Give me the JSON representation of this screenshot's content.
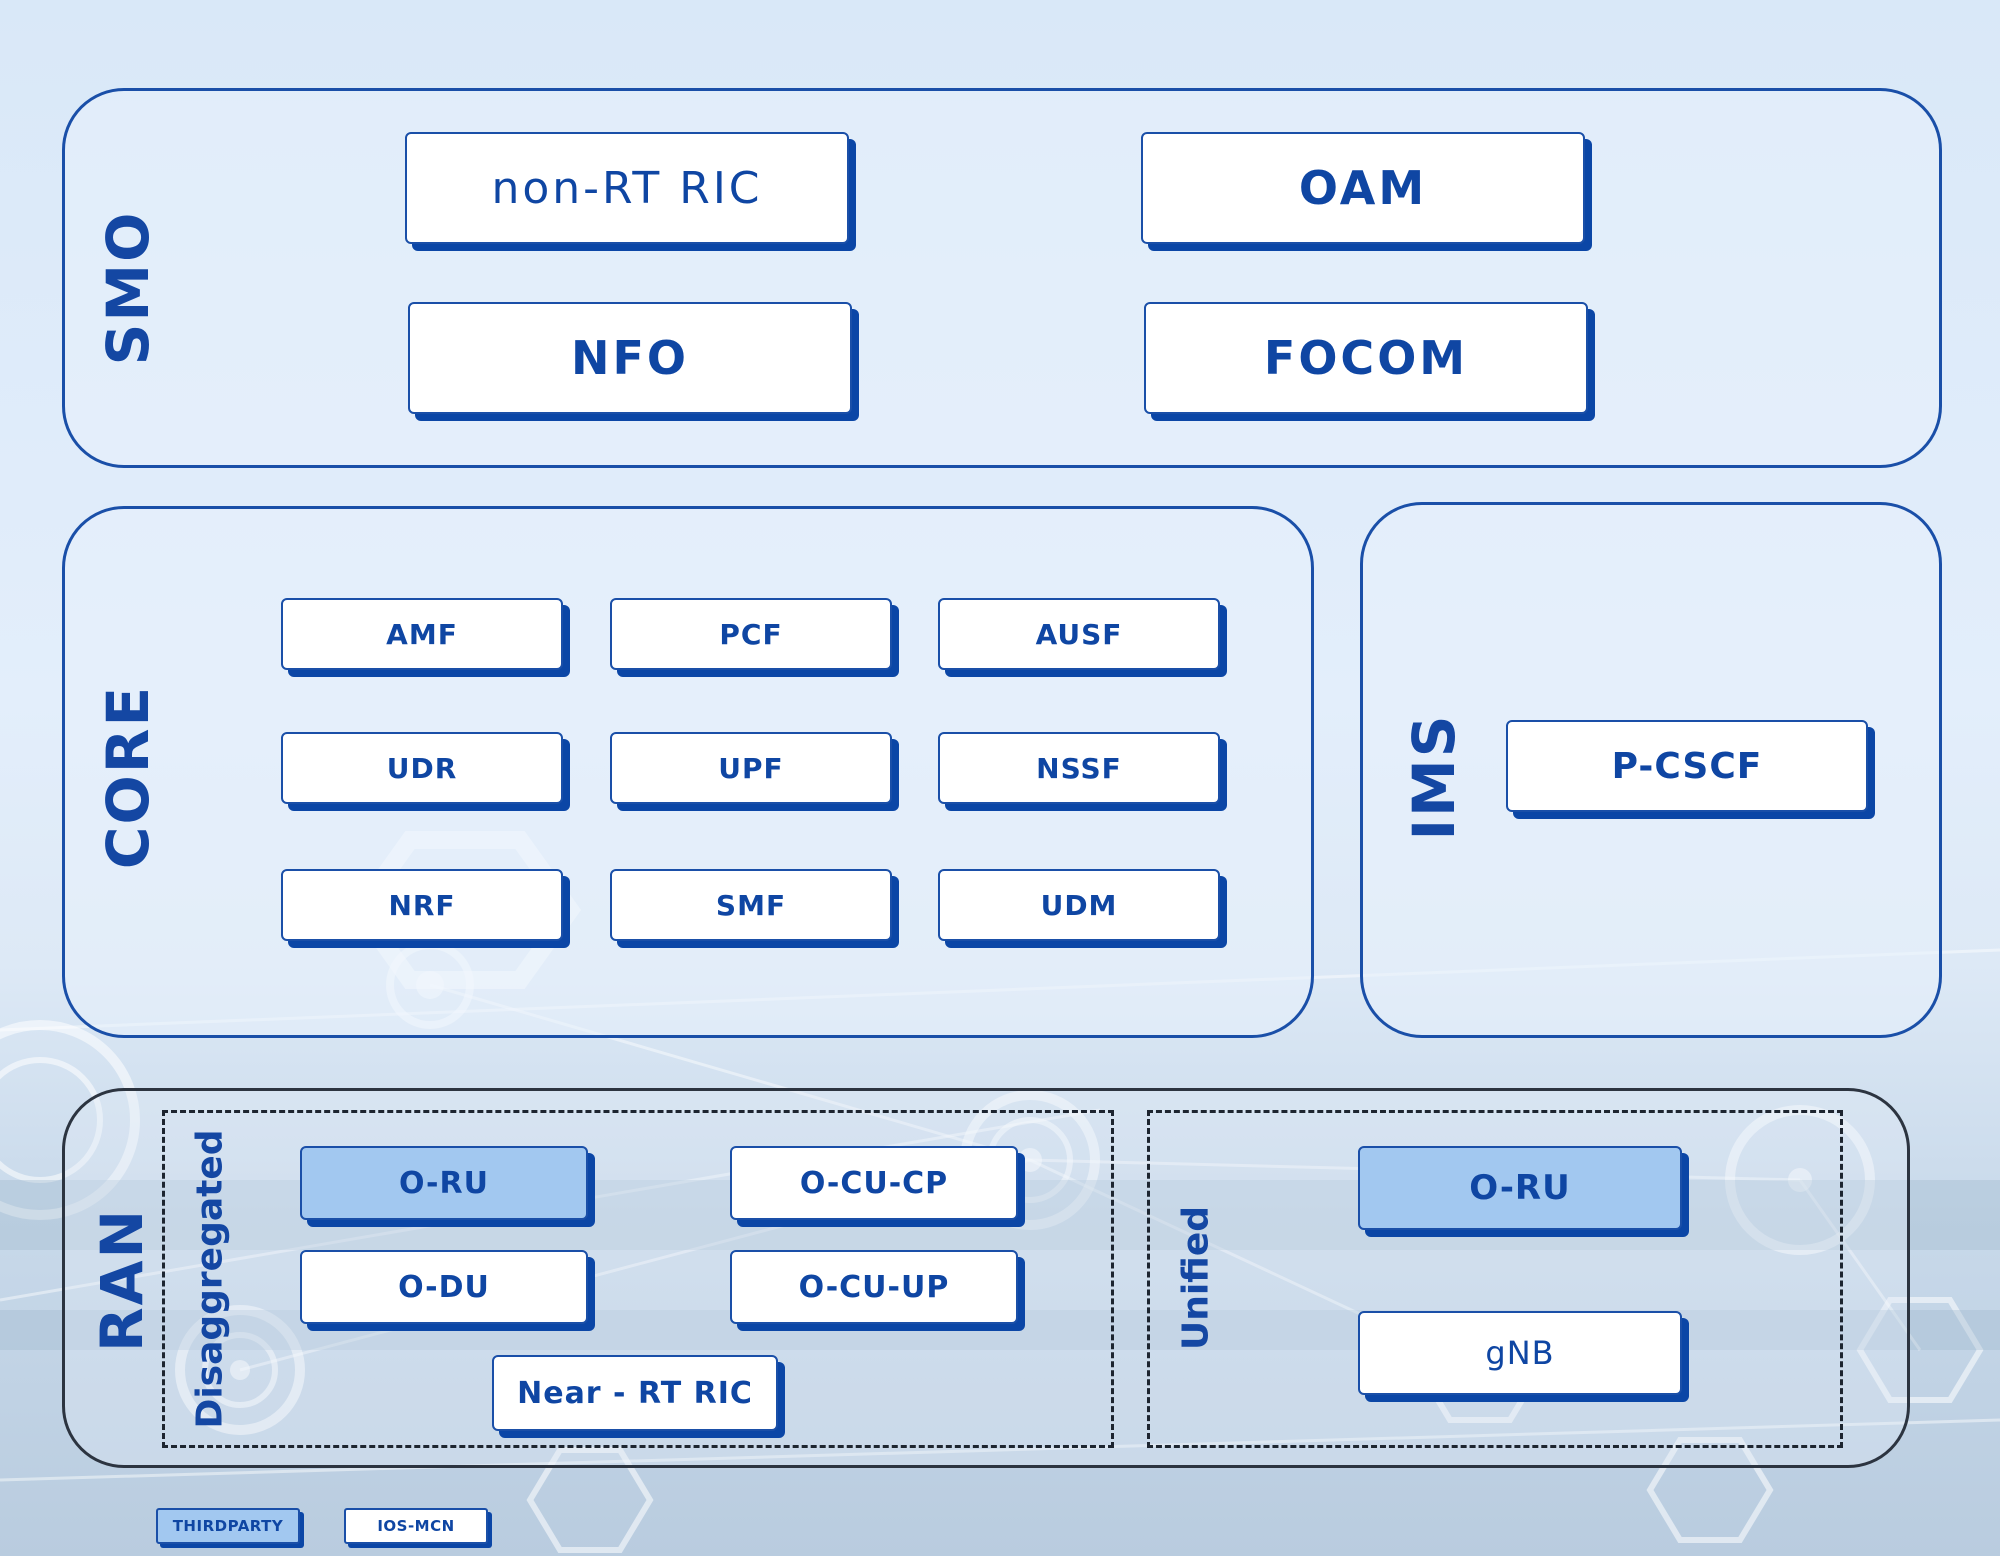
{
  "colors": {
    "accent": "#1447a3",
    "box_shadow": "#0b46a6",
    "thirdparty_fill": "#a2c8f0",
    "ios_mcn_fill": "#ffffff"
  },
  "smo": {
    "label": "SMO",
    "items": [
      "non-RT RIC",
      "OAM",
      "NFO",
      "FOCOM"
    ]
  },
  "core": {
    "label": "CORE",
    "items": [
      "AMF",
      "PCF",
      "AUSF",
      "UDR",
      "UPF",
      "NSSF",
      "NRF",
      "SMF",
      "UDM"
    ]
  },
  "ims": {
    "label": "IMS",
    "items": [
      "P-CSCF"
    ]
  },
  "ran": {
    "label": "RAN",
    "disaggregated": {
      "label": "Disaggregated",
      "items": [
        "O-RU",
        "O-CU-CP",
        "O-DU",
        "O-CU-UP",
        "Near - RT RIC"
      ]
    },
    "unified": {
      "label": "Unified",
      "items": [
        "O-RU",
        "gNB"
      ]
    }
  },
  "legend": {
    "thirdparty": "THIRDPARTY",
    "ios_mcn": "IOS-MCN"
  }
}
